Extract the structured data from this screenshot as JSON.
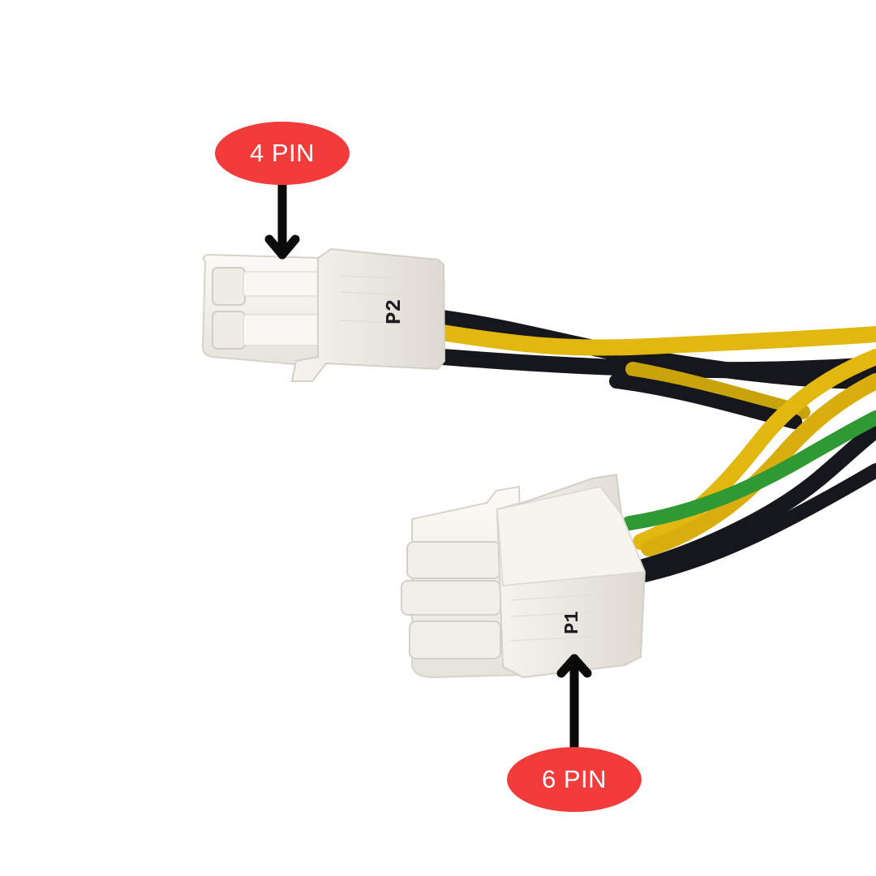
{
  "image": {
    "description": "Power cable splitter with two white Molex-style connectors and yellow, black and green wires",
    "background_color": "#ffffff"
  },
  "annotations": [
    {
      "id": "top",
      "label": "4 PIN",
      "badge_color": "#f23b3b",
      "text_color": "#ffffff",
      "arrow_direction": "down",
      "arrow_color": "#0a0a0a"
    },
    {
      "id": "bottom",
      "label": "6 PIN",
      "badge_color": "#f23b3b",
      "text_color": "#ffffff",
      "arrow_direction": "up",
      "arrow_color": "#0a0a0a"
    }
  ],
  "connectors": [
    {
      "id": "top",
      "pins": 4,
      "marking": "P2",
      "body_color": "#f3f1ec"
    },
    {
      "id": "bottom",
      "pins": 6,
      "marking": "P1",
      "body_color": "#f3f1ec"
    }
  ],
  "wire_colors": {
    "yellow": "#e2b70f",
    "black": "#15171c",
    "green": "#2f9a34"
  }
}
